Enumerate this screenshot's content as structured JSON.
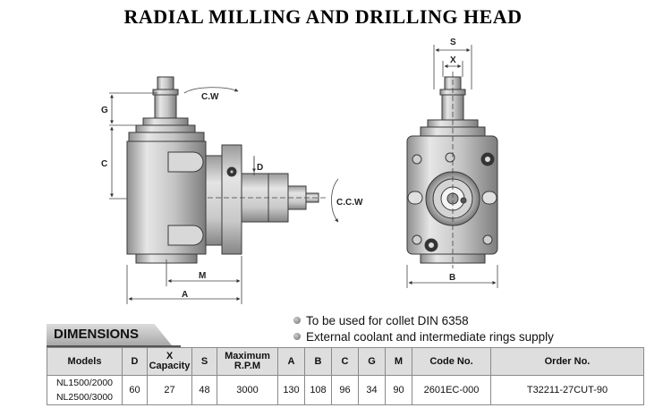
{
  "title": "RADIAL MILLING AND DRILLING HEAD",
  "drawing": {
    "labels": {
      "g": "G",
      "c": "C",
      "m": "M",
      "a": "A",
      "d": "D",
      "cw": "C.W",
      "ccw": "C.C.W",
      "s": "S",
      "x": "X",
      "b": "B"
    }
  },
  "notes": {
    "line1": "To be used for collet DIN 6358",
    "line2": "External coolant and intermediate rings supply"
  },
  "dimensions_label": "DIMENSIONS",
  "table": {
    "headers": {
      "models": "Models",
      "d": "D",
      "x_line1": "X",
      "x_line2": "Capacity",
      "s": "S",
      "rpm_line1": "Maximum",
      "rpm_line2": "R.P.M",
      "a": "A",
      "b": "B",
      "c": "C",
      "g": "G",
      "m": "M",
      "code": "Code No.",
      "order": "Order No."
    },
    "row": {
      "model1": "NL1500/2000",
      "model2": "NL2500/3000",
      "d": "60",
      "x": "27",
      "s": "48",
      "rpm": "3000",
      "a": "130",
      "b": "108",
      "c": "96",
      "g": "34",
      "m": "90",
      "code": "2601EC-000",
      "order": "T32211-27CUT-90"
    }
  }
}
